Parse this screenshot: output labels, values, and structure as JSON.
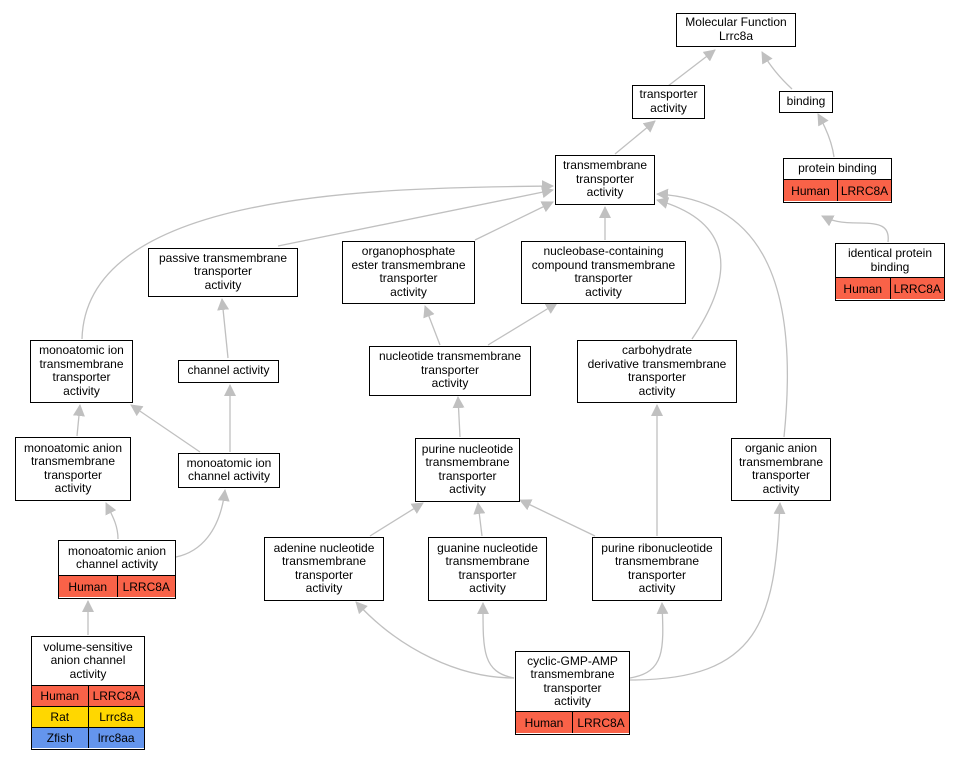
{
  "colors": {
    "edge": "#c0c0c0",
    "Human": "#f96248",
    "Rat": "#ffd700",
    "Zfish": "#6495ed"
  },
  "nodes": {
    "mf": {
      "label": "Molecular Function\nLrrc8a"
    },
    "ta": {
      "label": "transporter\nactivity"
    },
    "binding": {
      "label": "binding"
    },
    "tmta": {
      "label": "transmembrane\ntransporter\nactivity"
    },
    "pb": {
      "label": "protein binding",
      "annotations": [
        {
          "species": "Human",
          "gene": "LRRC8A"
        }
      ]
    },
    "ipb": {
      "label": "identical protein\nbinding",
      "annotations": [
        {
          "species": "Human",
          "gene": "LRRC8A"
        }
      ]
    },
    "ptta": {
      "label": "passive transmembrane\ntransporter\nactivity"
    },
    "opeta": {
      "label": "organophosphate\nester transmembrane\ntransporter\nactivity"
    },
    "nbcta": {
      "label": "nucleobase-containing\ncompound transmembrane\ntransporter\nactivity"
    },
    "mita": {
      "label": "monoatomic ion\ntransmembrane\ntransporter\nactivity"
    },
    "ca": {
      "label": "channel activity"
    },
    "nta": {
      "label": "nucleotide transmembrane\ntransporter\nactivity"
    },
    "cdta": {
      "label": "carbohydrate\nderivative transmembrane\ntransporter\nactivity"
    },
    "mata": {
      "label": "monoatomic anion\ntransmembrane\ntransporter\nactivity"
    },
    "mica": {
      "label": "monoatomic ion\nchannel activity"
    },
    "pnta": {
      "label": "purine nucleotide\ntransmembrane\ntransporter\nactivity"
    },
    "oata": {
      "label": "organic anion\ntransmembrane\ntransporter\nactivity"
    },
    "maca": {
      "label": "monoatomic anion\nchannel activity",
      "annotations": [
        {
          "species": "Human",
          "gene": "LRRC8A"
        }
      ]
    },
    "anta": {
      "label": "adenine nucleotide\ntransmembrane\ntransporter\nactivity"
    },
    "gnta": {
      "label": "guanine nucleotide\ntransmembrane\ntransporter\nactivity"
    },
    "prta": {
      "label": "purine ribonucleotide\ntransmembrane\ntransporter\nactivity"
    },
    "vsaca": {
      "label": "volume-sensitive\nanion channel\nactivity",
      "annotations": [
        {
          "species": "Human",
          "gene": "LRRC8A"
        },
        {
          "species": "Rat",
          "gene": "Lrrc8a"
        },
        {
          "species": "Zfish",
          "gene": "lrrc8aa"
        }
      ]
    },
    "cgmp": {
      "label": "cyclic-GMP-AMP\ntransmembrane\ntransporter\nactivity",
      "annotations": [
        {
          "species": "Human",
          "gene": "LRRC8A"
        }
      ]
    }
  }
}
